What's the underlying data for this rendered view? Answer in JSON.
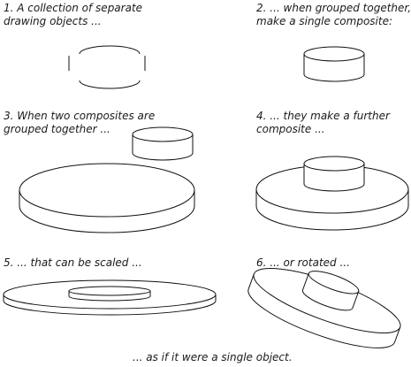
{
  "steps": [
    {
      "line1": "1. A collection of separate",
      "line2": "drawing objects ..."
    },
    {
      "line1": "2. ... when grouped together,",
      "line2": "make a single composite:"
    },
    {
      "line1": "3. When two composites are",
      "line2": "grouped together ..."
    },
    {
      "line1": "4. ... they make a further",
      "line2": "composite ..."
    },
    {
      "line1": "5. ... that can be scaled ...",
      "line2": ""
    },
    {
      "line1": "6. ... or rotated ...",
      "line2": ""
    }
  ],
  "footer": "... as if it were a single object."
}
